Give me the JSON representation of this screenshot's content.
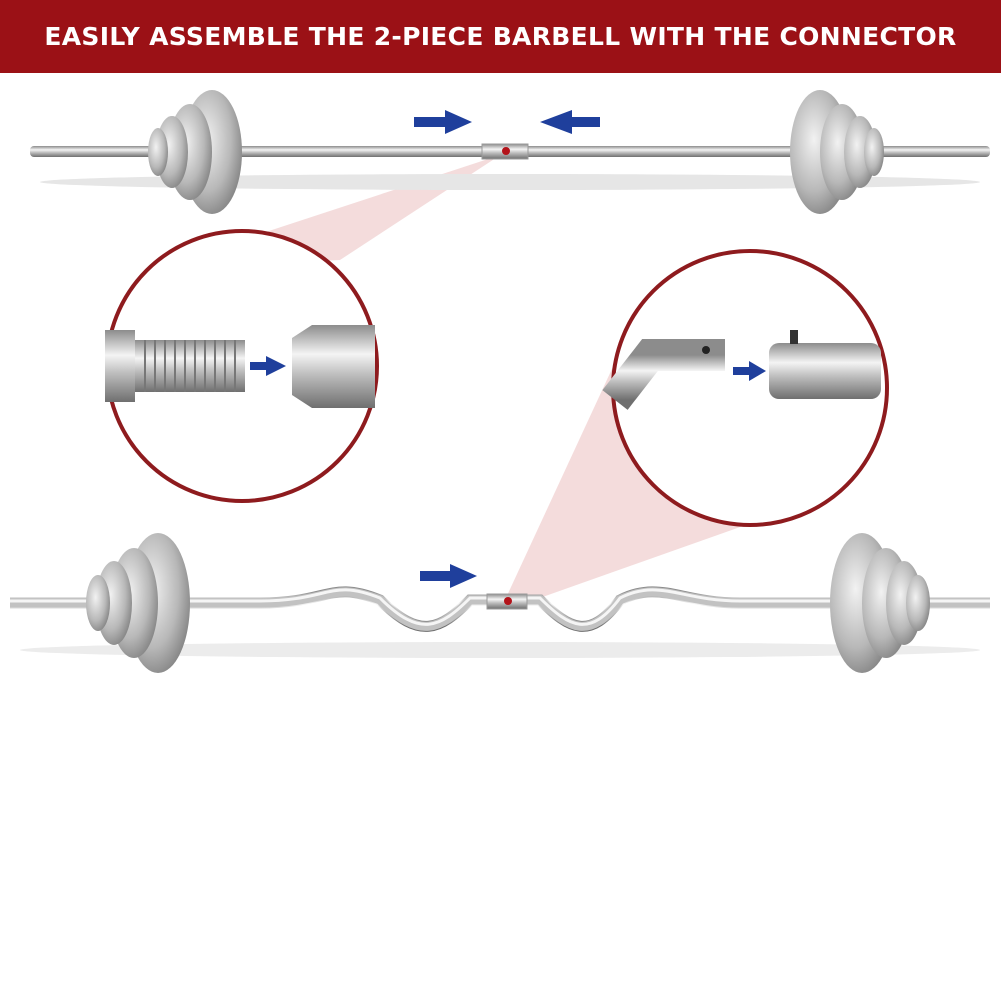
{
  "banner": {
    "title": "EASILY ASSEMBLE THE 2-PIECE BARBELL WITH THE CONNECTOR"
  },
  "colors": {
    "banner": "#9b1116",
    "arrow": "#1f3f9c",
    "circle": "#8e1b1e",
    "highlight": "#f3d6d6"
  },
  "illustration": {
    "top_bar": "straight-barbell",
    "bottom_bar": "curl-barbell",
    "detail_left": "threaded-connector",
    "detail_right": "pin-connector"
  }
}
